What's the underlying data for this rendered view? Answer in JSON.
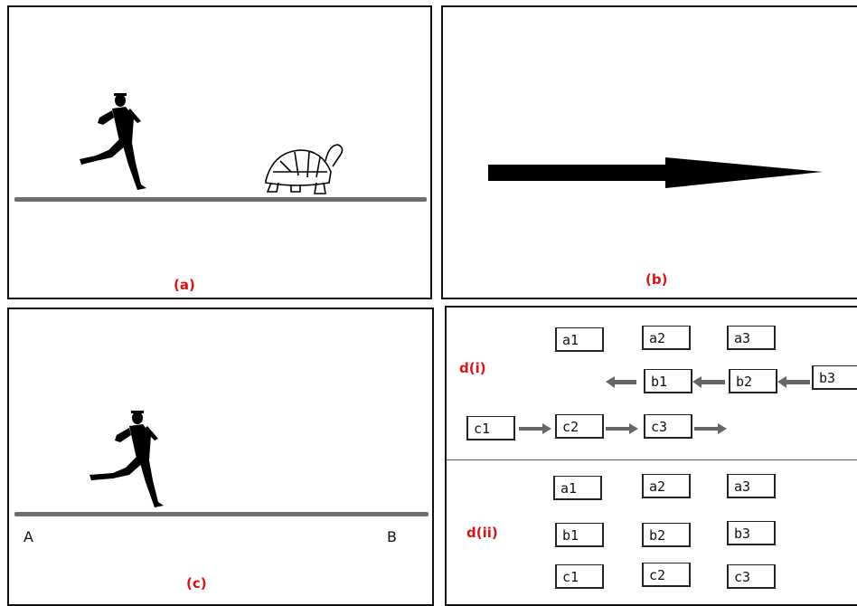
{
  "panels": {
    "a": {
      "caption": "(a)"
    },
    "b": {
      "caption": "(b)"
    },
    "c": {
      "caption": "(c)",
      "start_label": "A",
      "end_label": "B"
    },
    "d": {
      "i_label": "d(i)",
      "ii_label": "d(ii)",
      "i_nodes": [
        "a1",
        "a2",
        "a3",
        "b1",
        "b2",
        "b3",
        "c1",
        "c2",
        "c3"
      ],
      "ii_nodes": [
        "a1",
        "a2",
        "a3",
        "b1",
        "b2",
        "b3",
        "c1",
        "c2",
        "c3"
      ]
    }
  },
  "colors": {
    "caption": "#e01010",
    "ground": "#6e6e6e",
    "arrow": "#666666"
  }
}
